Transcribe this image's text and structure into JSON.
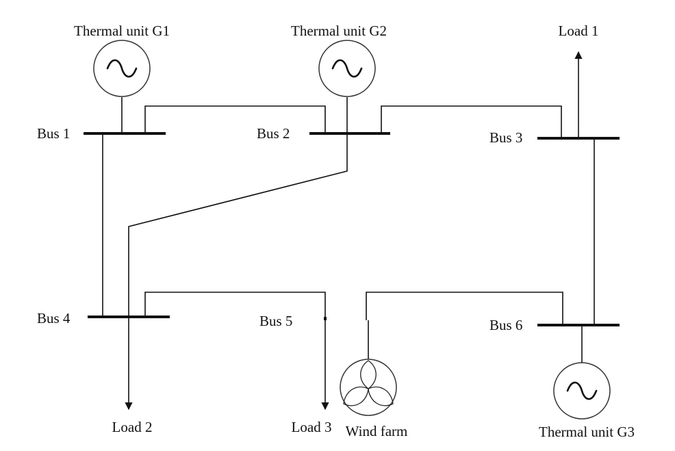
{
  "buses": {
    "bus1": "Bus 1",
    "bus2": "Bus 2",
    "bus3": "Bus 3",
    "bus4": "Bus 4",
    "bus5": "Bus 5",
    "bus6": "Bus 6"
  },
  "generators": {
    "g1": "Thermal unit G1",
    "g2": "Thermal unit G2",
    "g3": "Thermal unit G3",
    "wind": "Wind farm"
  },
  "loads": {
    "load1": "Load 1",
    "load2": "Load 2",
    "load3": "Load 3"
  },
  "colors": {
    "line": "#111111",
    "background": "#ffffff"
  }
}
